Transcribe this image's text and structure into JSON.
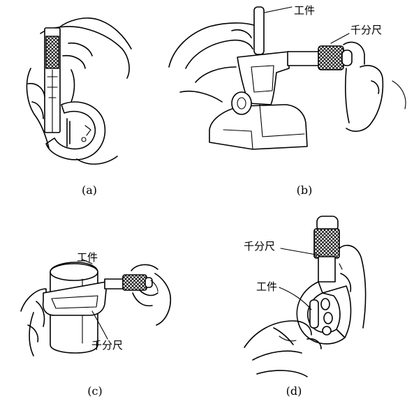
{
  "panels": [
    {
      "caption": "(a)"
    },
    {
      "caption": "(b)",
      "labels": {
        "workpiece": "工件",
        "micrometer": "千分尺"
      }
    },
    {
      "caption": "(c)",
      "labels": {
        "workpiece": "工件",
        "micrometer": "千分尺"
      }
    },
    {
      "caption": "(d)",
      "labels": {
        "workpiece": "工件",
        "micrometer": "千分尺"
      }
    }
  ],
  "colors": {
    "line": "#000000",
    "background": "#ffffff",
    "knurl": "#000000"
  }
}
